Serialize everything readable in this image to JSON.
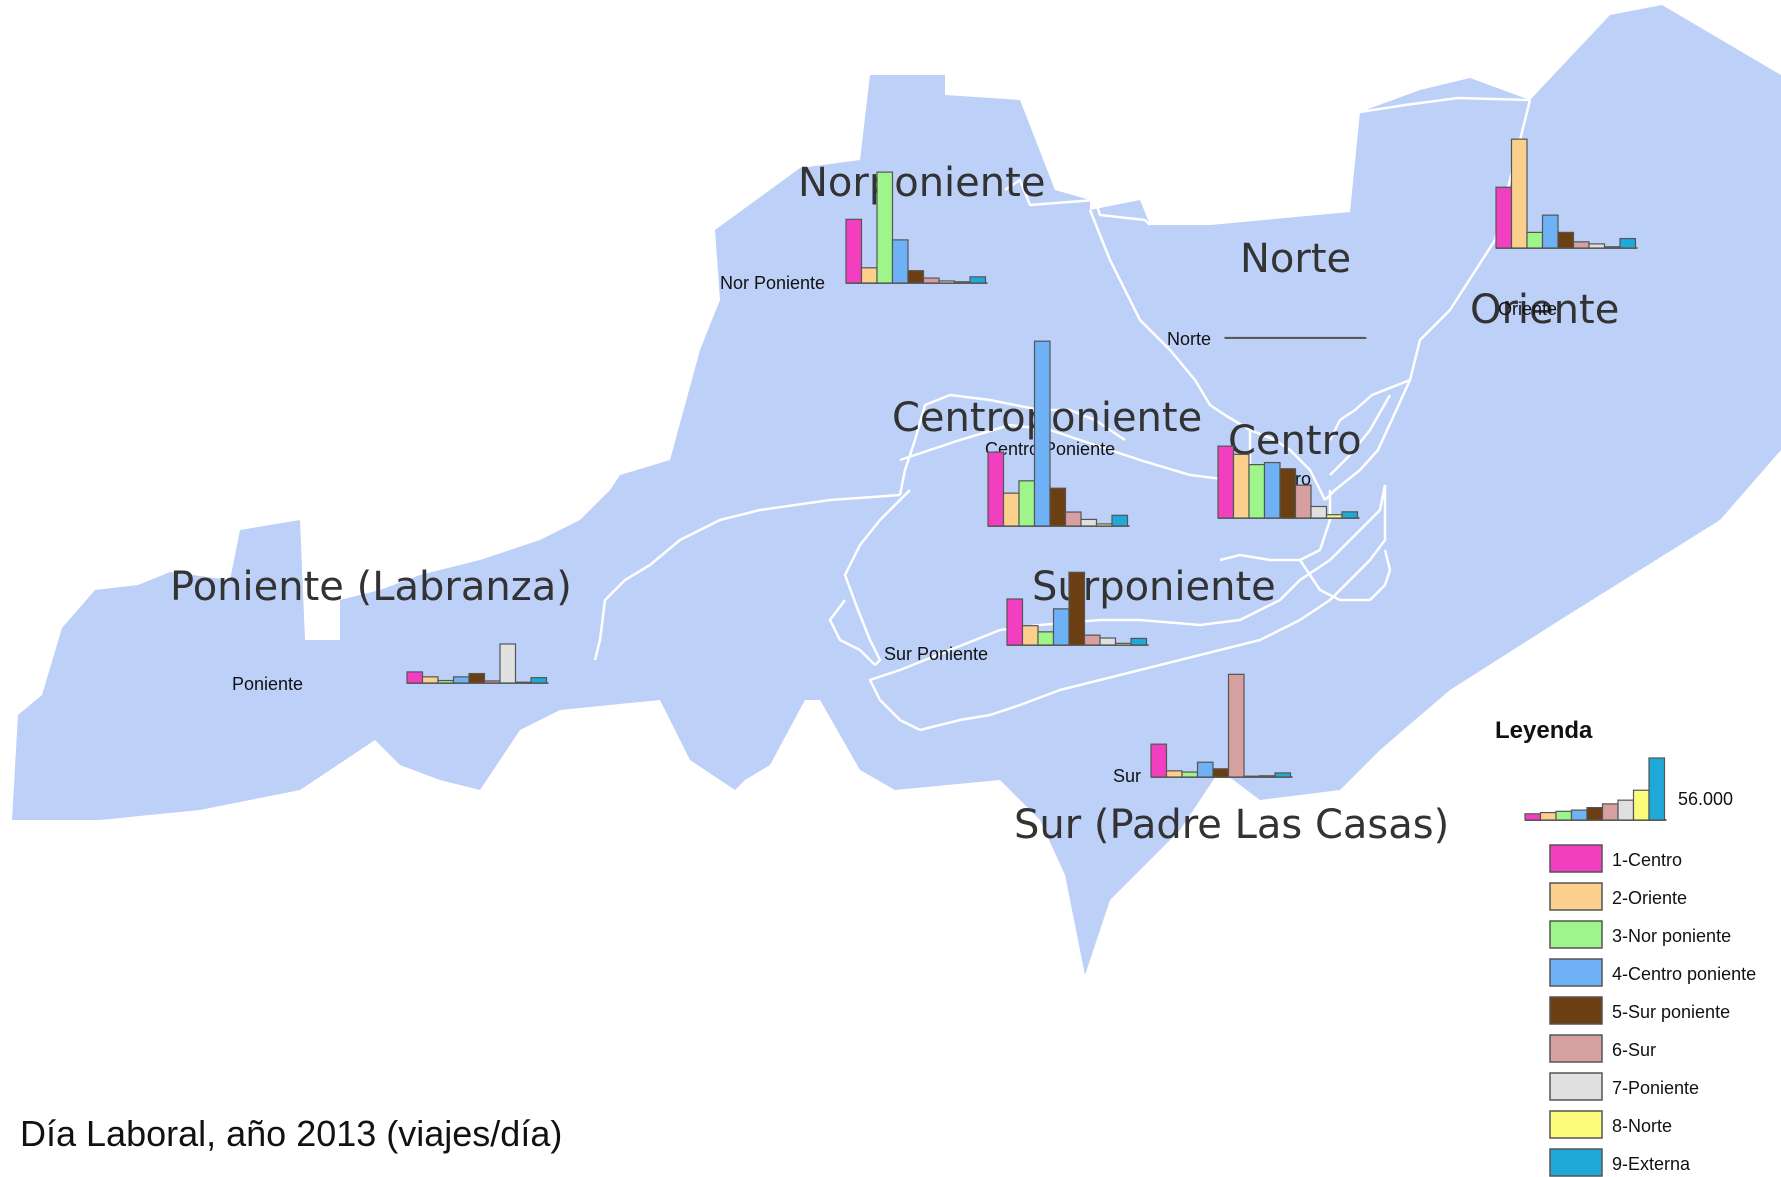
{
  "footer": "Día Laboral, año 2013  (viajes/día)",
  "map": {
    "fill_color": "#bdd0f8",
    "boundary_color": "#ffffff",
    "zones": [
      {
        "id": "norponiente",
        "title": "Norponiente",
        "label": "Nor Poniente"
      },
      {
        "id": "norte",
        "title": "Norte",
        "label": "Norte"
      },
      {
        "id": "oriente",
        "title": "Oriente",
        "label": "Oriente"
      },
      {
        "id": "centroponiente",
        "title": "Centroponiente",
        "label": "Centro Poniente"
      },
      {
        "id": "centro",
        "title": "Centro",
        "label": "Centro"
      },
      {
        "id": "poniente",
        "title": "Poniente (Labranza)",
        "label": "Poniente"
      },
      {
        "id": "surponiente",
        "title": "Surponiente",
        "label": "Sur Poniente"
      },
      {
        "id": "sur",
        "title": "Sur (Padre Las Casas)",
        "label": "Sur"
      }
    ]
  },
  "legend": {
    "title": "Leyenda",
    "scale_value": "56.000",
    "scale_value_num": 56000,
    "items": [
      {
        "label": "1-Centro",
        "color": "#f23fbf"
      },
      {
        "label": "2-Oriente",
        "color": "#fbd08c"
      },
      {
        "label": "3-Nor poniente",
        "color": "#9ef58a"
      },
      {
        "label": "4-Centro poniente",
        "color": "#6fb1f5"
      },
      {
        "label": "5-Sur poniente",
        "color": "#6b3f12"
      },
      {
        "label": "6-Sur",
        "color": "#d7a0a0"
      },
      {
        "label": "7-Poniente",
        "color": "#e0e0e0"
      },
      {
        "label": "8-Norte",
        "color": "#fbfb7c"
      },
      {
        "label": "9-Externa",
        "color": "#1ea9d8"
      }
    ]
  },
  "chart_data": {
    "type": "bar",
    "categories": [
      "1-Centro",
      "2-Oriente",
      "3-Nor poniente",
      "4-Centro poniente",
      "5-Sur poniente",
      "6-Sur",
      "7-Poniente",
      "8-Norte",
      "9-Externa"
    ],
    "scale_max": 56000,
    "series": [
      {
        "zone": "Nor Poniente",
        "values": [
          15500,
          3700,
          27000,
          10500,
          3000,
          1200,
          500,
          300,
          1500
        ]
      },
      {
        "zone": "Norte",
        "values": [
          0,
          0,
          0,
          0,
          0,
          0,
          0,
          0,
          0
        ]
      },
      {
        "zone": "Oriente",
        "values": [
          14800,
          26500,
          3800,
          8000,
          3800,
          1500,
          1000,
          300,
          2300
        ]
      },
      {
        "zone": "Centro Poniente",
        "values": [
          18000,
          8000,
          11000,
          45000,
          9200,
          3400,
          1600,
          500,
          2600
        ]
      },
      {
        "zone": "Centro",
        "values": [
          17500,
          15500,
          13000,
          13500,
          12000,
          8000,
          2800,
          800,
          1500
        ]
      },
      {
        "zone": "Poniente",
        "values": [
          2700,
          1500,
          600,
          1500,
          2300,
          500,
          9500,
          200,
          1300
        ]
      },
      {
        "zone": "Sur Poniente",
        "values": [
          11200,
          4700,
          3200,
          8800,
          17700,
          2400,
          1700,
          400,
          1600
        ]
      },
      {
        "zone": "Sur",
        "values": [
          8000,
          1500,
          1200,
          3600,
          2000,
          25000,
          200,
          300,
          1000
        ]
      }
    ]
  }
}
